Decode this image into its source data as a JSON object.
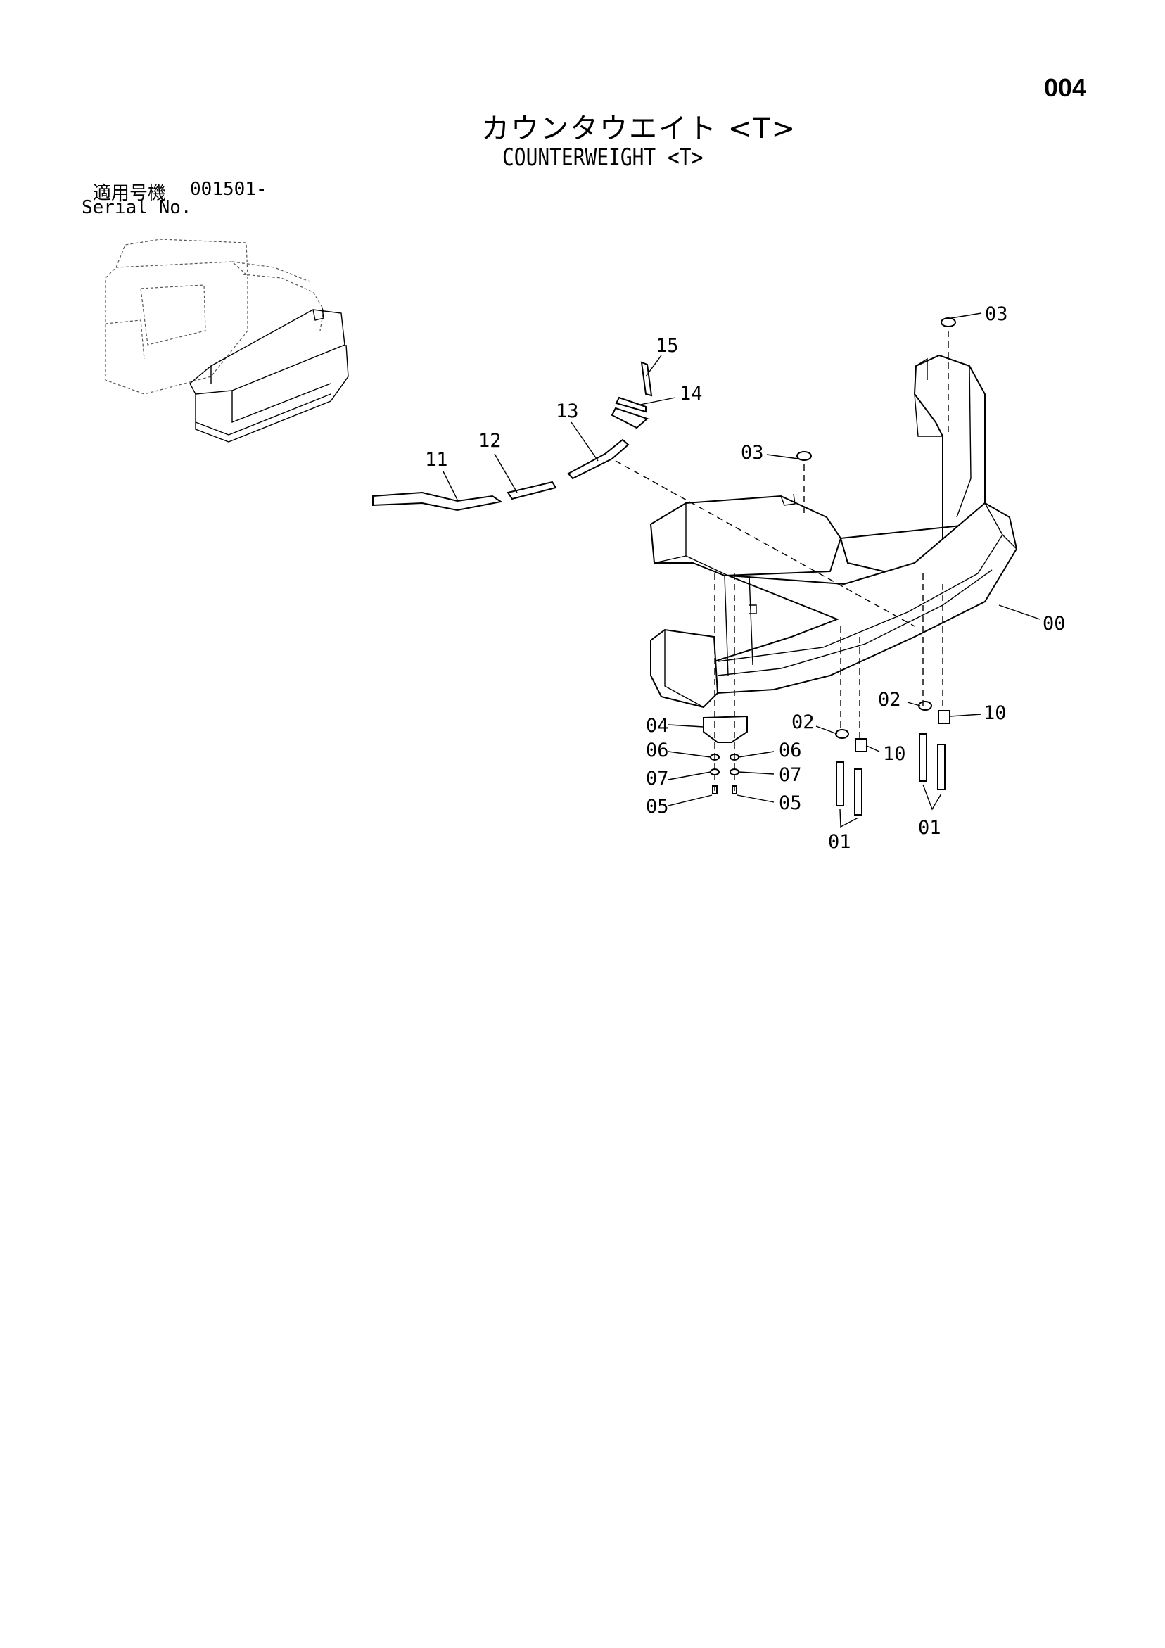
{
  "page": {
    "number": "004",
    "title_jp": "カウンタウエイト <T>",
    "title_en": "COUNTERWEIGHT <T>"
  },
  "serial": {
    "label_jp": "適用号機",
    "number": "001501-",
    "label_en": "Serial No."
  },
  "callouts": {
    "c00": "00",
    "c01a": "01",
    "c01b": "01",
    "c02a": "02",
    "c02b": "02",
    "c03a": "03",
    "c03b": "03",
    "c04": "04",
    "c05a": "05",
    "c05b": "05",
    "c06a": "06",
    "c06b": "06",
    "c07a": "07",
    "c07b": "07",
    "c10a": "10",
    "c10b": "10",
    "c11": "11",
    "c12": "12",
    "c13": "13",
    "c14": "14",
    "c15": "15"
  }
}
